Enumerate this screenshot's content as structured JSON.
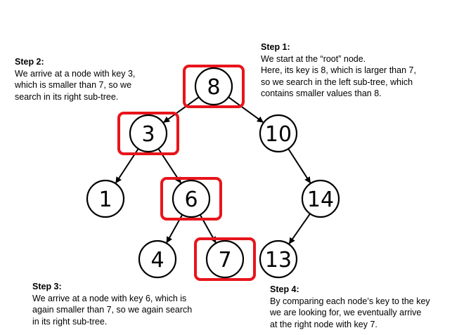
{
  "steps": [
    {
      "title": "Step 1:",
      "lines": [
        "We start at the  “root” node.",
        "Here, its key is 8, which is larger than 7,",
        "so we search in the left sub-tree, which",
        "contains smaller values than 8."
      ]
    },
    {
      "title": "Step 2:",
      "lines": [
        "We arrive at a node with key 3,",
        "which is smaller than 7, so we",
        "search in its right sub-tree."
      ]
    },
    {
      "title": "Step 3:",
      "lines": [
        "We arrive at a node with key 6, which is",
        "again smaller than 7, so we again search",
        "in its right sub-tree."
      ]
    },
    {
      "title": "Step 4:",
      "lines": [
        "By comparing each node’s key to the key",
        "we are looking for, we eventually arrive",
        "at the right node with key 7."
      ]
    }
  ],
  "tree": {
    "nodes": [
      {
        "key": "8",
        "highlighted": true
      },
      {
        "key": "3",
        "highlighted": true
      },
      {
        "key": "10",
        "highlighted": false
      },
      {
        "key": "1",
        "highlighted": false
      },
      {
        "key": "6",
        "highlighted": true
      },
      {
        "key": "14",
        "highlighted": false
      },
      {
        "key": "4",
        "highlighted": false
      },
      {
        "key": "7",
        "highlighted": true
      },
      {
        "key": "13",
        "highlighted": false
      }
    ],
    "edges": [
      [
        "8",
        "3"
      ],
      [
        "8",
        "10"
      ],
      [
        "3",
        "1"
      ],
      [
        "3",
        "6"
      ],
      [
        "10",
        "14"
      ],
      [
        "6",
        "4"
      ],
      [
        "6",
        "7"
      ],
      [
        "14",
        "13"
      ]
    ]
  },
  "colors": {
    "highlight": "#e8141b",
    "node_stroke": "#000000",
    "node_fill": "#ffffff",
    "text": "#000000"
  }
}
